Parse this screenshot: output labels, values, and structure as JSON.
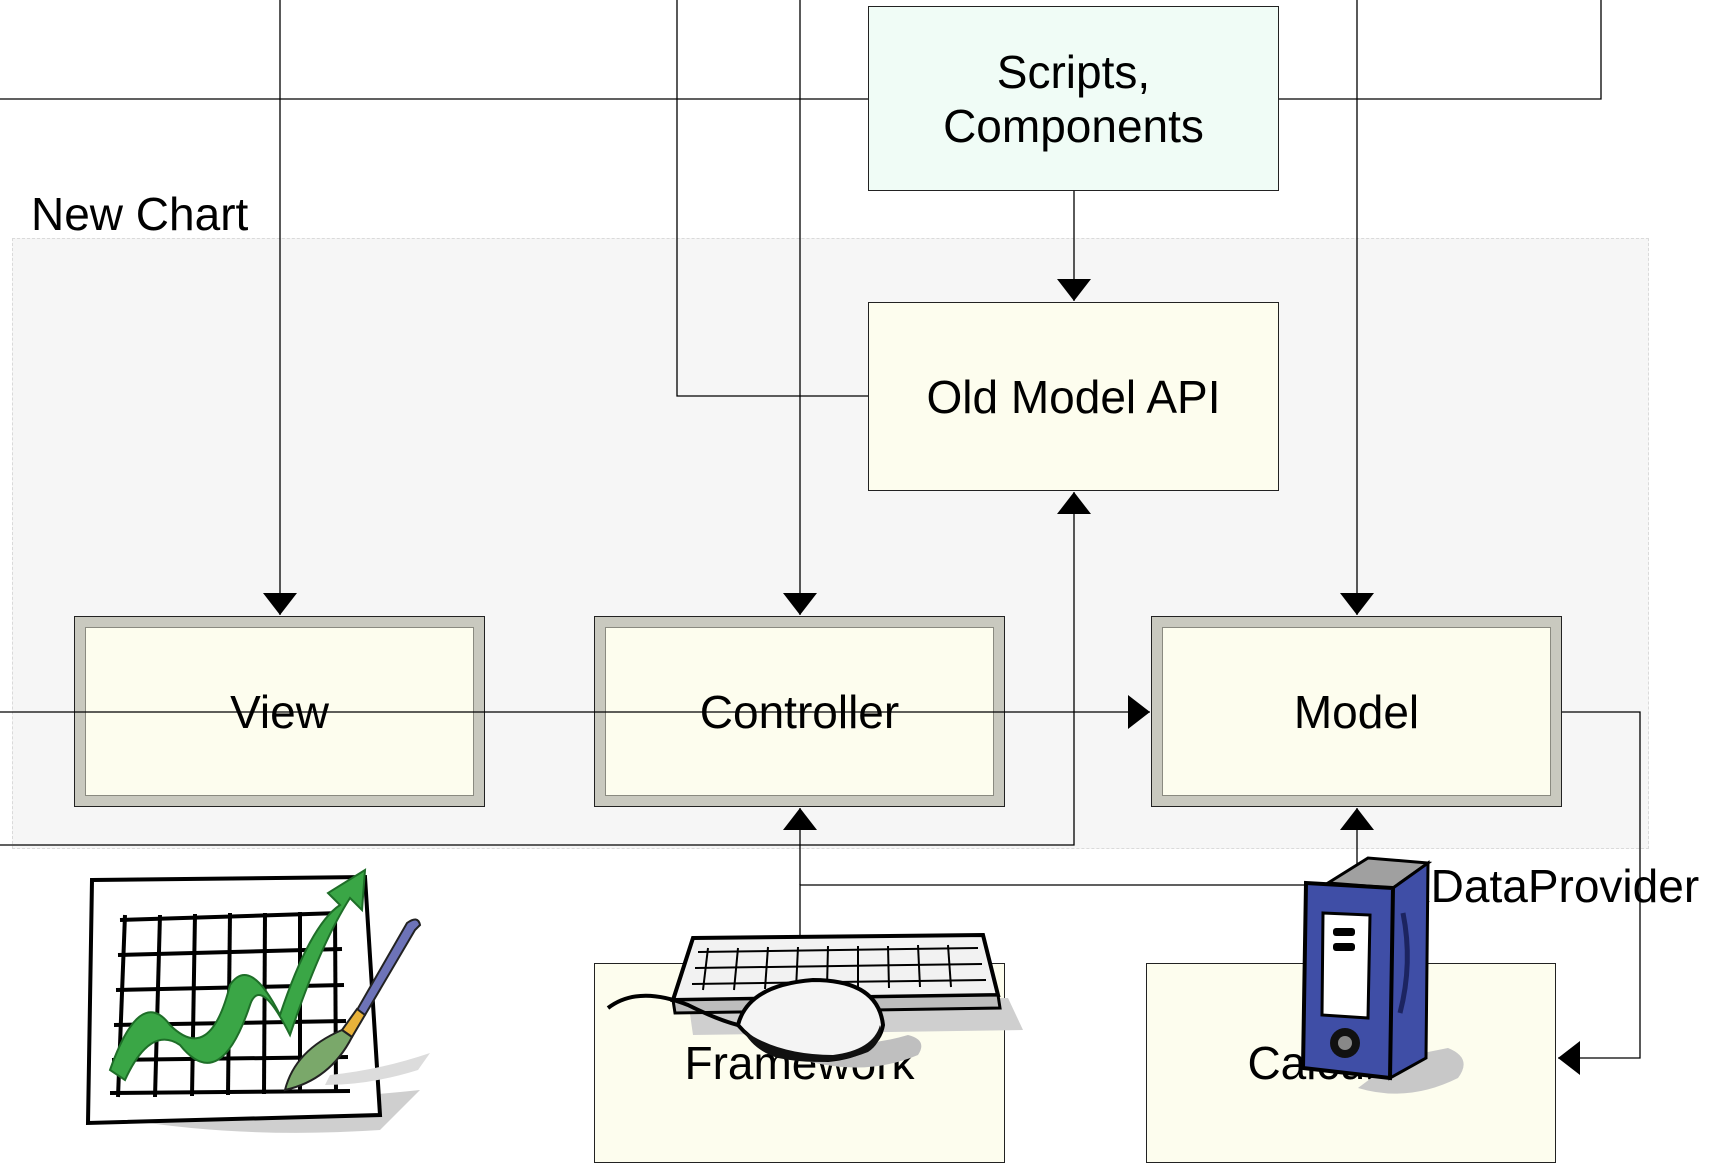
{
  "group": {
    "label": "New Chart"
  },
  "nodes": {
    "scripts": "Scripts,\nComponents",
    "old_model_api": "Old Model API",
    "view": "View",
    "controller": "Controller",
    "model": "Model",
    "framework": "Framework",
    "calculator": "Calculator"
  },
  "labels": {
    "xdataprovider": "XDataProvider"
  },
  "colors": {
    "group_background": "#f6f6f6",
    "scripts_fill": "#f0fcf6",
    "box_fill": "#fdfdee",
    "binder_blue": "#3f4ea6",
    "chart_arrow_green": "#3aa646"
  },
  "icons": [
    "chart-drawing-clipart-icon",
    "keyboard-mouse-clipart-icon",
    "binder-clipart-icon"
  ]
}
